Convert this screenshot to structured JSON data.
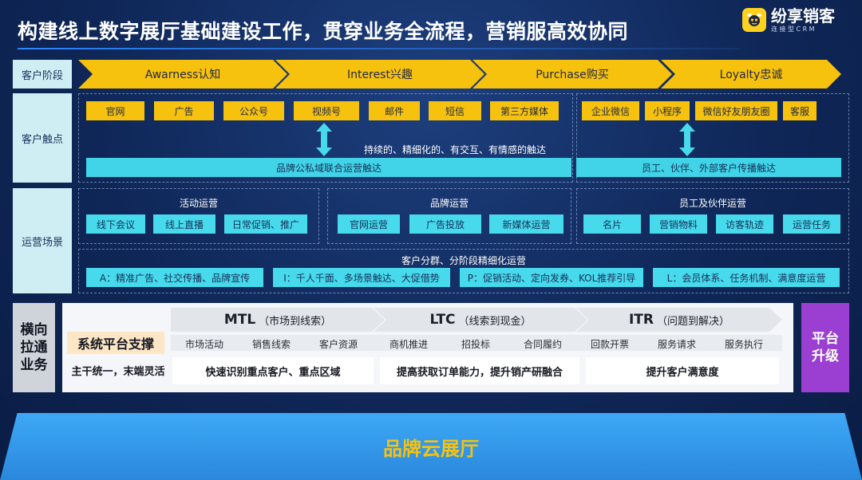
{
  "title": "构建线上数字展厅基础建设工作，贯穿业务全流程，营销服高效协同",
  "logo": {
    "name": "纷享销客",
    "sub": "连接型CRM"
  },
  "stage": {
    "label": "客户阶段",
    "items": [
      "Awarness认知",
      "Interest兴趣",
      "Purchase购买",
      "Loyalty忠诚"
    ]
  },
  "touch": {
    "label": "客户触点",
    "left_items": [
      "官网",
      "广告",
      "公众号",
      "视频号",
      "邮件",
      "短信",
      "第三方媒体"
    ],
    "right_items": [
      "企业微信",
      "小程序",
      "微信好友朋友圈",
      "客服"
    ],
    "center_text": "持续的、精细化的、有交互、有情感的触达",
    "left_bar": "品牌公私域联合运营触达",
    "right_bar": "员工、伙伴、外部客户传播触达"
  },
  "ops": {
    "label": "运营场景",
    "groups": [
      {
        "title": "活动运营",
        "items": [
          "线下会议",
          "线上直播",
          "日常促销、推广"
        ]
      },
      {
        "title": "品牌运营",
        "items": [
          "官网运营",
          "广告投放",
          "新媒体运营"
        ]
      },
      {
        "title": "员工及伙伴运营",
        "items": [
          "名片",
          "营销物料",
          "访客轨迹",
          "运营任务"
        ]
      }
    ],
    "seg_title": "客户分群、分阶段精细化运营",
    "seg_items": [
      "A：精准广告、社交传播、品牌宣传",
      "I：千人千面、多场景触达、大促借势",
      "P：促销活动、定向发券、KOL推荐引导",
      "L：会员体系、任务机制、满意度运营"
    ]
  },
  "horizontal": {
    "label": "横向拉通业务",
    "platform_title": "系统平台支撑",
    "platform_desc": "主干统一，末端灵活",
    "flows": [
      {
        "name": "MTL",
        "note": "（市场到线索）",
        "subs": [
          "市场活动",
          "销售线索",
          "客户资源"
        ],
        "desc": "快速识别重点客户、重点区域"
      },
      {
        "name": "LTC",
        "note": "（线索到现金）",
        "subs": [
          "商机推进",
          "招投标",
          "合同履约"
        ],
        "desc": "提高获取订单能力，提升销产研融合"
      },
      {
        "name": "ITR",
        "note": "（问题到解决）",
        "subs": [
          "回款开票",
          "服务请求",
          "服务执行"
        ],
        "desc": "提升客户满意度"
      }
    ],
    "upgrade": "平台升级"
  },
  "bottom": "品牌云展厅",
  "colors": {
    "accent_yellow": "#f7c20d",
    "accent_cyan": "#47d9ec",
    "accent_purple": "#9a3fd1",
    "bottom_blue": "#2f9bf0"
  }
}
